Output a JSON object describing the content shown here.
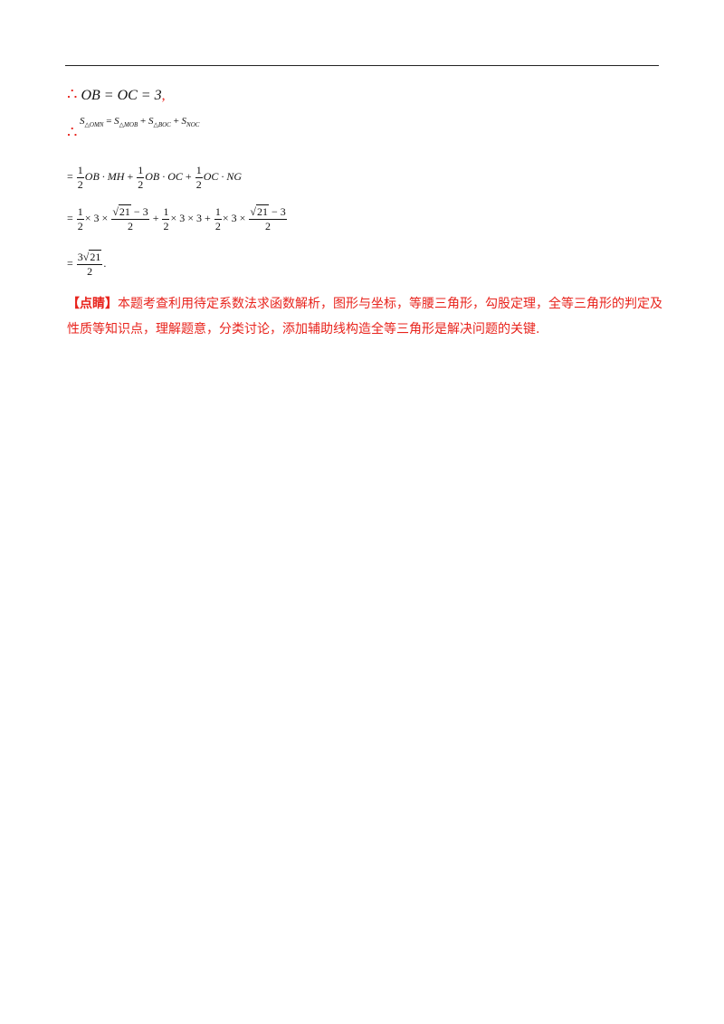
{
  "line1": {
    "therefore": "∴",
    "eq": "OB = OC = 3",
    "tail": ","
  },
  "line2": {
    "therefore": "∴",
    "expr_S": "S",
    "sub1": "△OMN",
    "sub2": "△MOB",
    "sub3": "△BOC",
    "sub4": "NOC",
    "eq": "=",
    "plus": "+"
  },
  "line3": {
    "lead": "=",
    "t1": "OB · MH",
    "t2": "OB · OC",
    "t3": "OC · NG",
    "sep": "+",
    "one": "1",
    "two": "2"
  },
  "line4": {
    "lead": "=",
    "one": "1",
    "two": "2",
    "times3": "× 3 ×",
    "times33": "× 3 × 3",
    "plus": "+",
    "rad": "21",
    "minus3": " − 3",
    "sqrt_sign": "√"
  },
  "line5": {
    "lead": "=",
    "num_coef": "3",
    "sqrt_sign": "√",
    "rad": "21",
    "den": "2",
    "tail": "."
  },
  "note": {
    "tag": "【点睛】",
    "text": "本题考查利用待定系数法求函数解析，图形与坐标，等腰三角形，勾股定理，全等三角形的判定及性质等知识点，理解题意，分类讨论，添加辅助线构造全等三角形是解决问题的关键."
  }
}
